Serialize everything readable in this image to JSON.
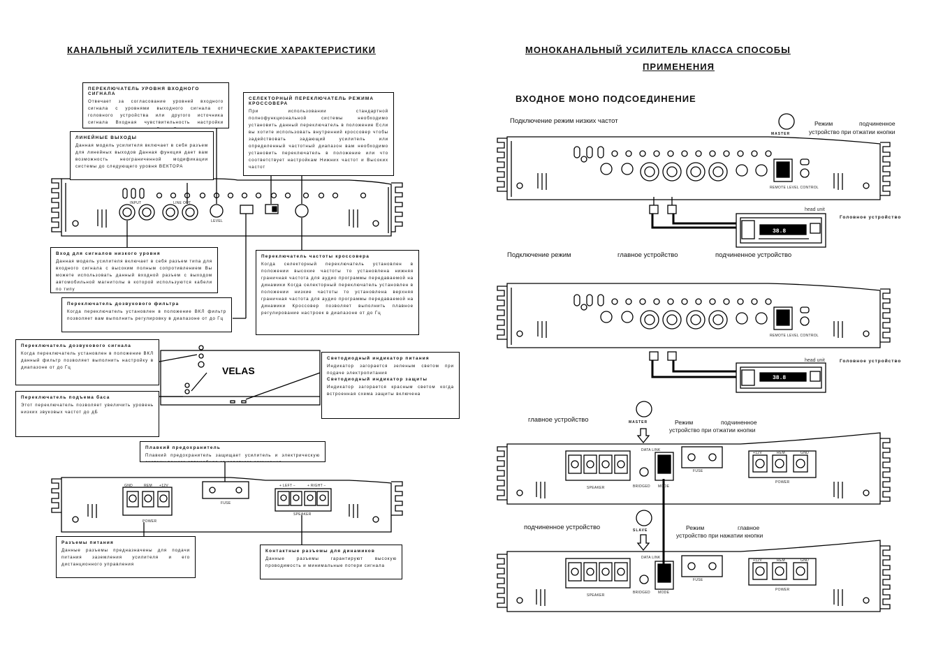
{
  "left": {
    "title": "КАНАЛЬНЫЙ УСИЛИТЕЛЬ    ТЕХНИЧЕСКИЕ ХАРАКТЕРИСТИКИ",
    "brand": "VELAS",
    "callouts": {
      "input_level": {
        "title": "ПЕРЕКЛЮЧАТЕЛЬ УРОВНЯ ВХОДНОГО СИГНАЛА",
        "body": "Отвечает за согласование уровней входного сигнала с уровнями выходного сигнала от головного устройства или другого источника сигнала Входная чувствительность настройки находится в диапазоне от  В до  мВ"
      },
      "line_out": {
        "title": "ЛИНЕЙНЫЕ ВЫХОДЫ",
        "body": "Данная модель усилителя включает в себя разъем для линейных выходов  Данная функция дает вам возможность неограниченной модификации системы до следующего уровня ВЕКТОРА"
      },
      "crossover_mode": {
        "title": "СЕЛЕКТОРНЫЙ ПЕРЕКЛЮЧАТЕЛЬ РЕЖИМА КРОССОВЕРА",
        "body": "При использовании стандартной полнофункциональной системы необходимо установить данный переключатель в положение  Если вы хотите использовать внутренний кроссовер чтобы задействовать задающий усилитель или определенный частотный диапазон вам необходимо установить переключатель в положение  или  что соответствует настройкам Нижних частот и Высоких частот"
      },
      "low_input": {
        "title": "Вход для сигналов низкого уровня",
        "body": "Данная модель усилителя включает в себя разъем типа для входного сигнала с высоким полным сопротивлением Вы можете использовать данный входной разъем с выходом автомобильной магнитолы в которой используются кабели по типу"
      },
      "crossover_freq": {
        "title": "Переключатель частоты кроссовера",
        "body": "Когда селекторный переключатель установлен в положении  высокие частоты то установлена нижняя граничная частота для аудио программы передаваемой на динамики Когда селекторный переключатель установлен в положении  низкие частоты то установлена верхняя граничная частота для аудио программы передаваемой на динамики Кроссовер позволяет выполнить плавное регулирование настроек в диапазоне от  до  Гц"
      },
      "subsonic_filter": {
        "title": "Переключатель дозвукового фильтра",
        "body": "Когда переключатель установлен в положение  ВКЛ фильтр позволяет вам выполнить регулировку в диапазоне от  до  Гц"
      },
      "subsonic_signal": {
        "title": "Переключатель дозвукового сигнала",
        "body": "Когда переключатель установлен в положение  ВКЛ данный фильтр позволяет выполнить настройку в диапазоне от  до  Гц"
      },
      "bass_boost": {
        "title": "Переключатель подъема баса",
        "body": "Этот переключатель позволяет увеличить уровень низких звуковых частот до  дБ"
      },
      "leds": {
        "title1": "Светодиодный индикатор питания",
        "body1": "Индикатор загорается зеленым светом при подаче электропитания",
        "title2": "Светодиодный индикатор защиты",
        "body2": "Индикатор загорается красным светом когда встроенная схема защиты включена"
      },
      "fuse": {
        "title": "Плавкий предохранитель",
        "body": "Плавкий предохранитель защищает усилитель и электрическую систему вашего автомобиля от короткого замыкания"
      },
      "power": {
        "title": "Разъемы питания",
        "body": "Данные разъемы предназначены для подачи питания заземления усилителя и его дистанционного управления"
      },
      "speakers": {
        "title": "Контактные разъемы для динамиков",
        "body": "Данные разъемы гарантируют высокую проводимость и минимальные потери сигнала"
      }
    },
    "panel_labels": {
      "input": "INPUT",
      "line_out": "LINE OUT",
      "level": "LEVEL",
      "fuse": "FUSE",
      "power": "POWER",
      "speaker": "SPEAKER",
      "gnd": "GND",
      "rem": "REM",
      "v12": "+12V",
      "left": "+ LEFT −",
      "right": "+ RIGHT −"
    }
  },
  "right": {
    "title_line1": "МОНОКАНАЛЬНЫЙ УСИЛИТЕЛЬ КЛАССА          СПОСОБЫ",
    "title_line2": "ПРИМЕНЕНИЯ",
    "subtitle": "ВХОДНОЕ МОНО ПОДСОЕДИНЕНИЕ",
    "d1": {
      "caption_left": "Подключение    режим низких частот",
      "mode": "Режим",
      "slave": "подчиненное",
      "note": "устройство  при отжатии кнопки",
      "master": "MASTER",
      "head_unit": "Головное устройство"
    },
    "d2": {
      "caption1": "Подключение   режим",
      "caption2": "главное устройство",
      "caption3": "подчиненное устройство",
      "head_unit": "Головное устройство"
    },
    "d3": {
      "label_left": "главное устройство",
      "mode": "Режим",
      "slave": "подчиненное",
      "note": "устройство  при отжатии кнопки",
      "master": "MASTER"
    },
    "d4": {
      "label_left": "подчиненное устройство",
      "mode": "Режим",
      "master": "главное",
      "note": "устройство  при нажатии кнопки",
      "slave_btn": "SLAVE"
    },
    "panel_labels": {
      "data_link": "DATA LINK",
      "fuse": "FUSE",
      "power": "POWER",
      "speaker": "SPEAKER",
      "bridged": "BRIDGED",
      "mode": "MODE",
      "remote": "REMOTE LEVEL CONTROL",
      "head_unit_small": "head unit",
      "lcd": "38.8",
      "v12": "+12V",
      "rem": "REM",
      "gnd": "GND"
    }
  }
}
